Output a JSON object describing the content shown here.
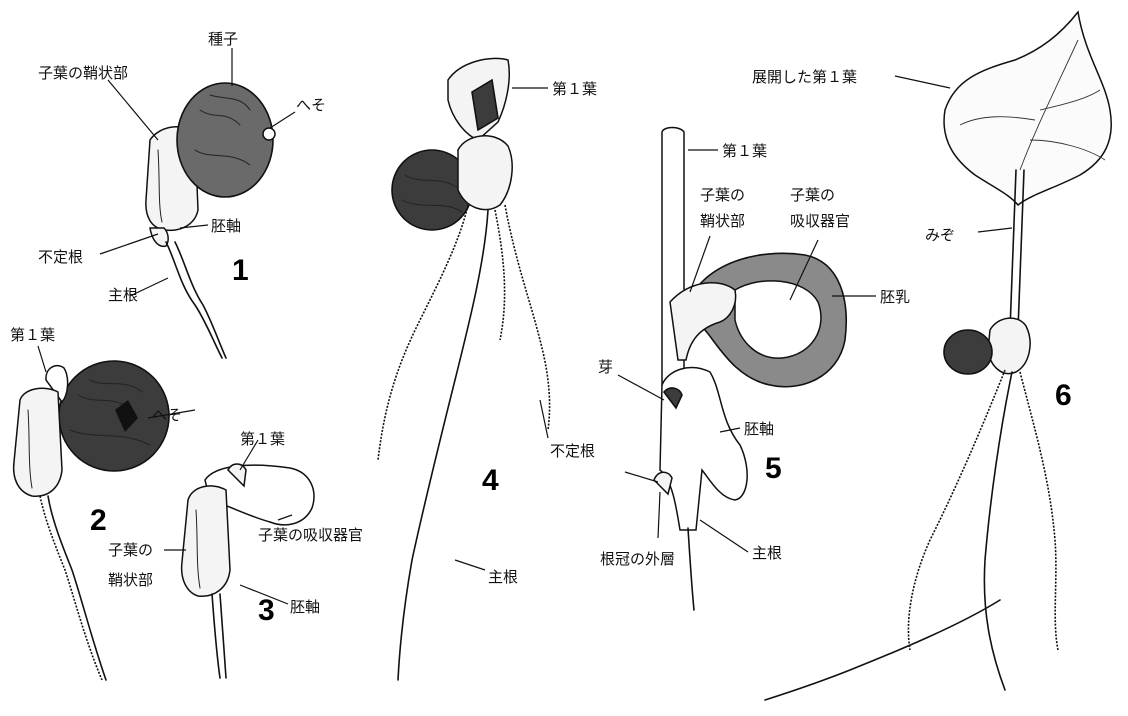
{
  "figure": {
    "panel_numbers": [
      "1",
      "2",
      "3",
      "4",
      "5",
      "6"
    ],
    "labels": {
      "p1_sheath": "子葉の鞘状部",
      "p1_seed": "種子",
      "p1_hilum": "へそ",
      "p1_hypocotyl": "胚軸",
      "p1_adventitious": "不定根",
      "p1_taproot": "主根",
      "p2_first_leaf": "第１葉",
      "p2_hilum": "へそ",
      "p3_first_leaf": "第１葉",
      "p3_sheath_l1": "子葉の",
      "p3_sheath_l2": "鞘状部",
      "p3_absorber": "子葉の吸収器官",
      "p3_hypocotyl": "胚軸",
      "p4_first_leaf": "第１葉",
      "p4_adventitious": "不定根",
      "p4_taproot": "主根",
      "p5_first_leaf": "第１葉",
      "p5_sheath_l1": "子葉の",
      "p5_sheath_l2": "鞘状部",
      "p5_absorber_l1": "子葉の",
      "p5_absorber_l2": "吸収器官",
      "p5_endosperm": "胚乳",
      "p5_bud": "芽",
      "p5_hypocotyl": "胚軸",
      "p5_root_cap": "根冠の外層",
      "p5_taproot": "主根",
      "p6_expanded_leaf": "展開した第１葉",
      "p6_groove": "みぞ"
    }
  }
}
